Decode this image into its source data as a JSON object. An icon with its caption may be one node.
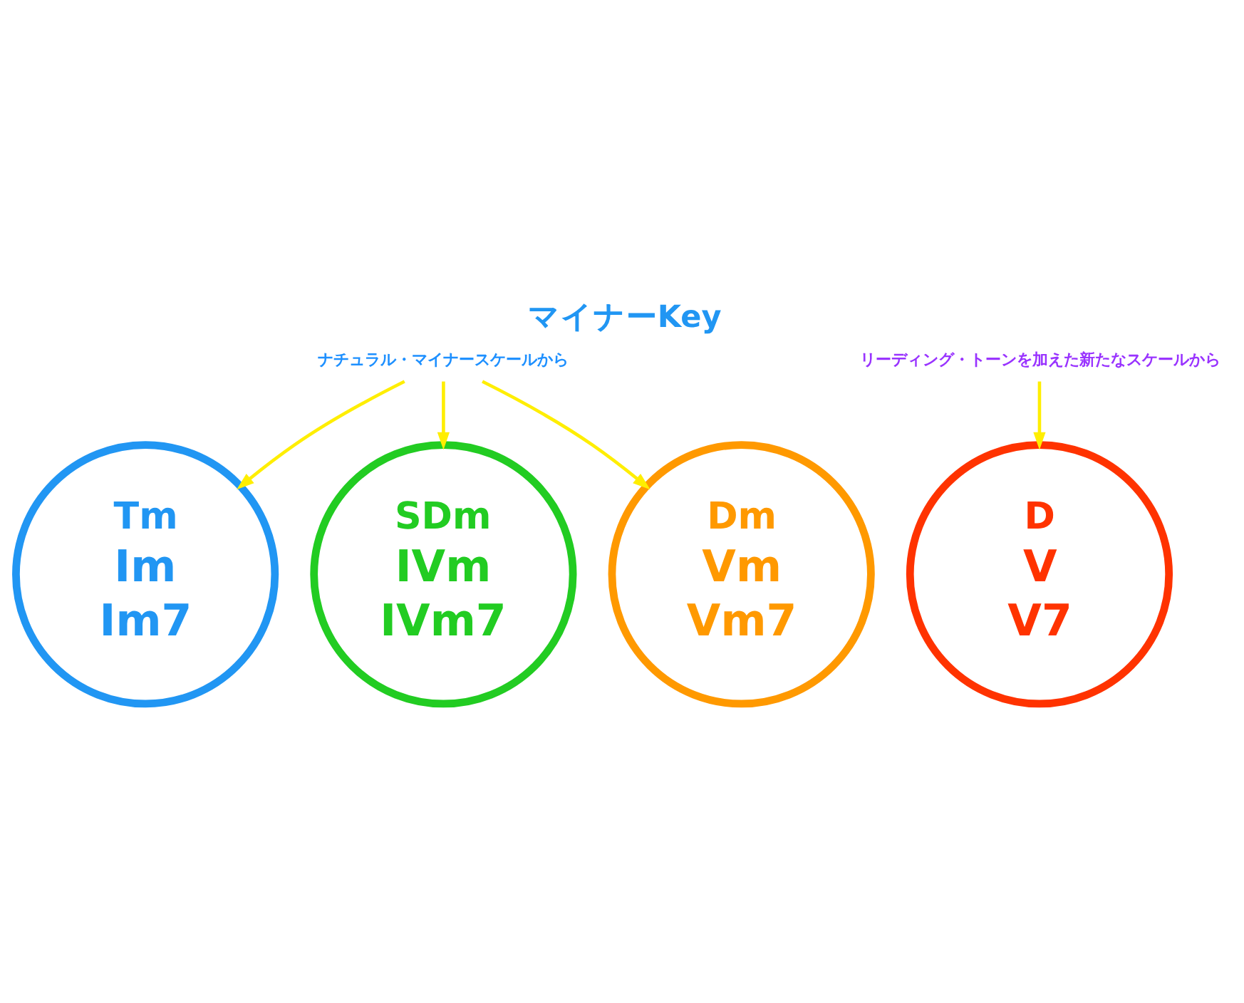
{
  "diagram": {
    "title": "マイナーKey",
    "nodes": [
      {
        "text": [
          "ナチュラル・マイナースケールから"
        ]
      },
      {
        "text": [
          "Tm",
          "Im",
          "Im7"
        ]
      },
      {
        "text": [
          "リーディング・トーンを加えた新たなスケールから"
        ]
      },
      {
        "text": [
          "D",
          "V",
          "V7"
        ]
      },
      {
        "text": [
          "SDm",
          "IVm",
          "IVm7"
        ]
      },
      {
        "text": [
          "Dm",
          "Vm",
          "Vm7"
        ]
      }
    ],
    "edges": [
      {
        "from": 0,
        "to": 4,
        "arrow": "to"
      },
      {
        "from": 0,
        "to": 1,
        "arrow": "to"
      },
      {
        "from": 0,
        "to": 5,
        "arrow": "to"
      },
      {
        "from": 2,
        "to": 3,
        "arrow": "to"
      }
    ]
  }
}
